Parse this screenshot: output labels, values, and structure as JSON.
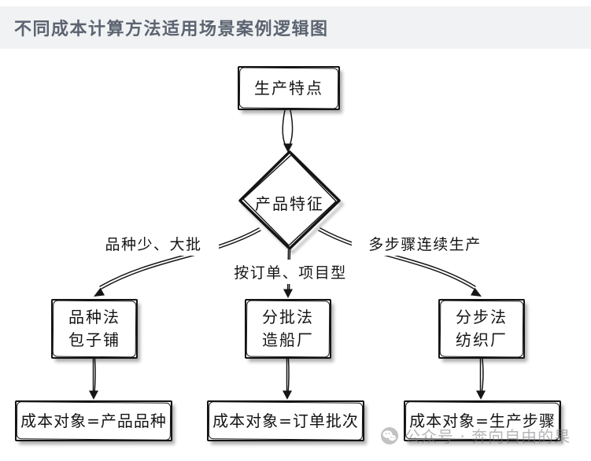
{
  "header": {
    "title": "不同成本计算方法适用场景案例逻辑图"
  },
  "flowchart": {
    "root": {
      "label": "生产特点"
    },
    "decision": {
      "label": "产品特征"
    },
    "branches": [
      {
        "condition": "品种少、大批",
        "method": "品种法",
        "example": "包子铺",
        "result": "成本对象=产品品种"
      },
      {
        "condition": "按订单、项目型",
        "method": "分批法",
        "example": "造船厂",
        "result": "成本对象=订单批次"
      },
      {
        "condition": "多步骤连续生产",
        "method": "分步法",
        "example": "纺织厂",
        "result": "成本对象=生产步骤"
      }
    ]
  },
  "watermark": {
    "icon": "wechat-icon",
    "text": "公众号 · 奔向自由的果"
  },
  "colors": {
    "ink": "#141414",
    "title_text": "#5b6470",
    "title_band": "#f1f2f4",
    "watermark": "#c3c4c6",
    "background": "#ffffff"
  }
}
